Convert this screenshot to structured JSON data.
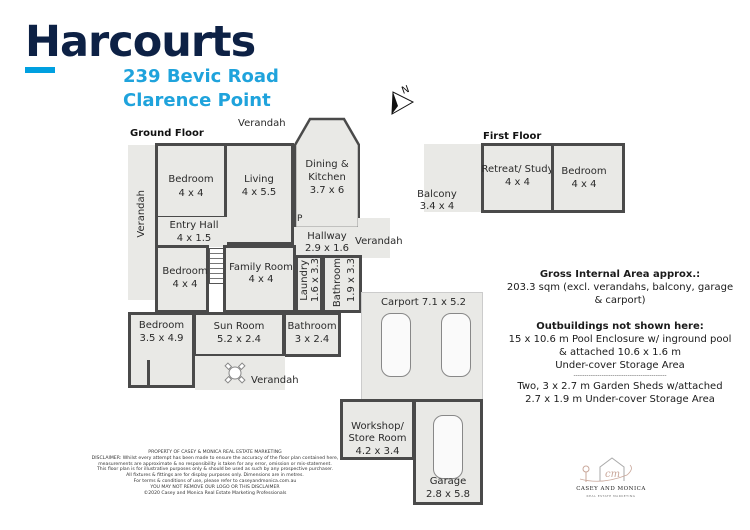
{
  "brand": {
    "name": "Harcourts",
    "accent_color": "#1fa3dc",
    "navy_color": "#0d2145"
  },
  "property": {
    "address_line1": "239 Bevic Road",
    "address_line2": "Clarence Point"
  },
  "compass": {
    "label": "N",
    "icon": "north-arrow-icon"
  },
  "ground_floor": {
    "title": "Ground Floor",
    "rooms": [
      {
        "name": "Bedroom",
        "size": "4 x 4"
      },
      {
        "name": "Living",
        "size": "4 x 5.5"
      },
      {
        "name": "Dining & Kitchen",
        "size": "3.7 x 6"
      },
      {
        "name": "Entry Hall",
        "size": "4 x 1.5"
      },
      {
        "name": "Hallway",
        "size": "2.9 x 1.6"
      },
      {
        "name": "Bedroom",
        "size": "4 x 4"
      },
      {
        "name": "Family Room",
        "size": "4 x 4"
      },
      {
        "name": "Laundry",
        "size": "1.6 x 3.3"
      },
      {
        "name": "Bathroom",
        "size": "1.9 x 3.3"
      },
      {
        "name": "Bedroom",
        "size": "3.5 x 4.9"
      },
      {
        "name": "Sun Room",
        "size": "5.2 x 2.4"
      },
      {
        "name": "Bathroom",
        "size": "3 x 2.4"
      },
      {
        "name": "Carport",
        "size": "7.1 x 5.2"
      },
      {
        "name": "Workshop/ Store Room",
        "size": "4.2 x 3.4"
      },
      {
        "name": "Garage",
        "size": "2.8 x 5.8"
      }
    ],
    "verandahs": [
      "Verandah",
      "Verandah",
      "Verandah",
      "Verandah"
    ],
    "pantry_label": "P"
  },
  "first_floor": {
    "title": "First Floor",
    "rooms": [
      {
        "name": "Balcony",
        "size": "3.4 x 4"
      },
      {
        "name": "Retreat/ Study",
        "size": "4 x 4"
      },
      {
        "name": "Bedroom",
        "size": "4 x 4"
      }
    ]
  },
  "notes": {
    "gia_heading": "Gross Internal Area approx.:",
    "gia_line1": "203.3 sqm (excl. verandahs, balcony, garage",
    "gia_line2": "& carport)",
    "outbuildings_heading": "Outbuildings not shown here:",
    "outbuildings_line1": "15 x 10.6 m Pool Enclosure w/ inground pool",
    "outbuildings_line2": "& attached 10.6 x 1.6 m",
    "outbuildings_line3": "Under-cover Storage Area",
    "divider": "-------------------------------------------",
    "sheds_line1": "Two, 3 x 2.7 m Garden Sheds w/attached",
    "sheds_line2": "2.7 x 1.9 m Under-cover Storage Area"
  },
  "disclaimer": {
    "line1": "PROPERTY OF CASEY & MONICA REAL ESTATE MARKETING",
    "line2": "DISCLAIMER: Whilst every attempt has been made to ensure the accuracy of the floor plan contained here,",
    "line3": "measurements are approximate & no responsibility is taken for any error, omission or mis-statement.",
    "line4": "This floor plan is for illustrative purposes only & should be used as such by any prospective purchaser.",
    "line5": "All fixtures & fittings are for display purposes only. Dimensions are in metres.",
    "line6": "For terms & conditions of use, please refer to caseyandmonica.com.au",
    "line7": "YOU MAY NOT REMOVE OUR LOGO OR THIS DISCLAIMER",
    "line8": "©2020 Casey and Monica Real Estate Marketing Professionals"
  },
  "marketer_logo": {
    "name": "CASEY AND MONICA",
    "tagline": "REAL ESTATE MARKETING"
  }
}
